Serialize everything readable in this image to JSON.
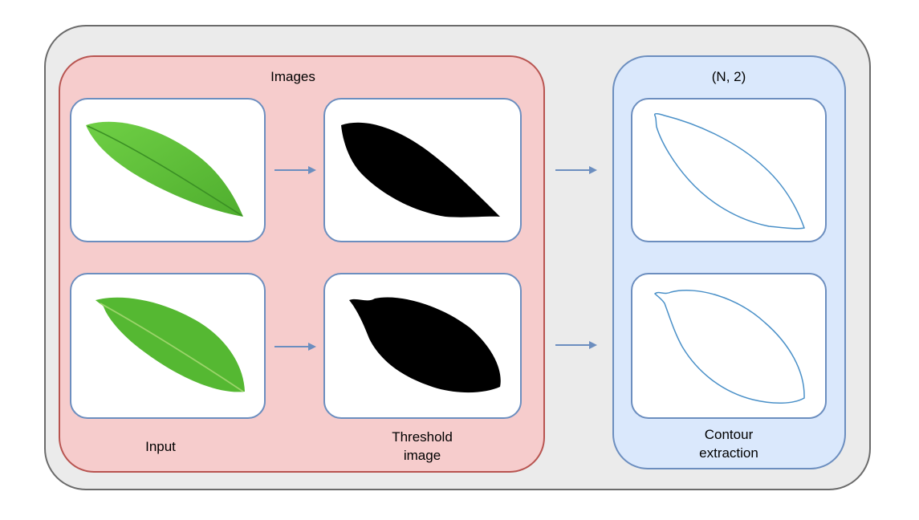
{
  "groups": {
    "images": {
      "title": "Images"
    },
    "contour": {
      "title": "(N, 2)"
    }
  },
  "labels": {
    "input": "Input",
    "threshold_line1": "Threshold",
    "threshold_line2": "image",
    "contour_line1": "Contour",
    "contour_line2": "extraction"
  },
  "colors": {
    "outer_fill": "#ebebeb",
    "images_fill": "#f6cccc",
    "images_border": "#b85450",
    "contour_fill": "#dae8fc",
    "contour_border": "#6c8ebf",
    "leaf_green": "#5fc23a",
    "contour_line": "#4a90c8",
    "arrow": "#6c8ebf"
  },
  "icons": [
    "leaf-photo-icon",
    "threshold-silhouette-icon",
    "contour-outline-icon",
    "right-arrow-icon"
  ]
}
